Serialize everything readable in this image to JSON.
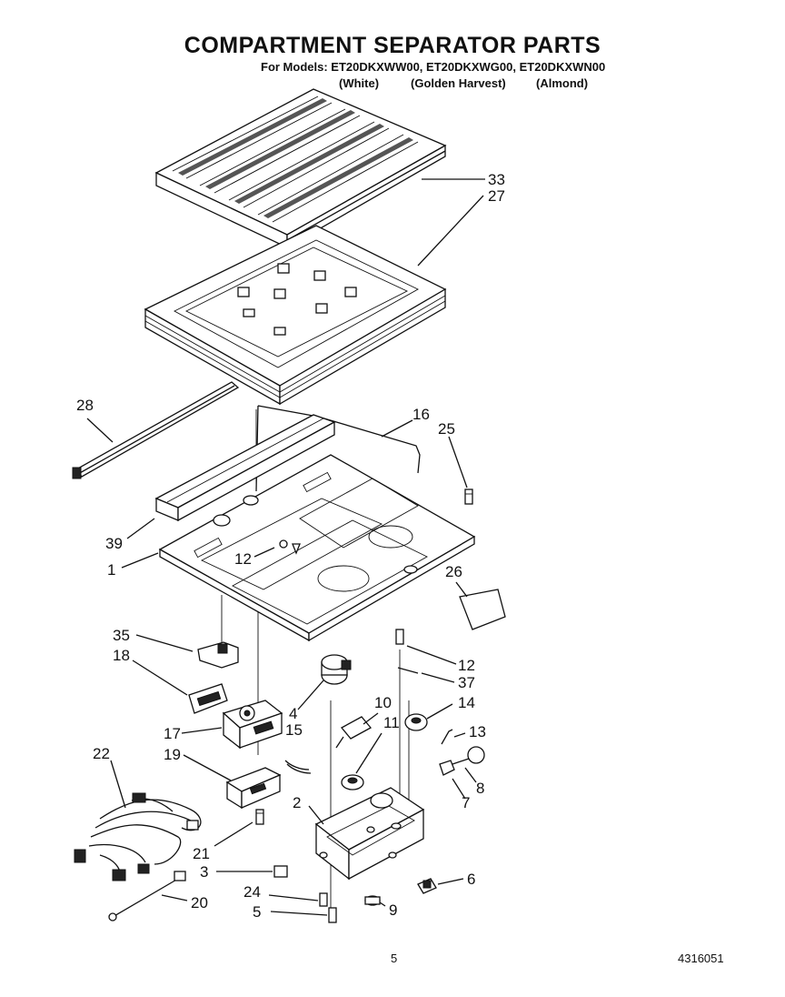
{
  "header": {
    "title": "COMPARTMENT SEPARATOR PARTS",
    "models_line": "For Models: ET20DKXWW00, ET20DKXWG00, ET20DKXWN00",
    "finishes": [
      "(White)",
      "(Golden Harvest)",
      "(Almond)"
    ]
  },
  "callouts": {
    "c33": "33",
    "c27": "27",
    "c28": "28",
    "c16": "16",
    "c25": "25",
    "c39": "39",
    "c12a": "12",
    "c1": "1",
    "c26": "26",
    "c35": "35",
    "c18": "18",
    "c12b": "12",
    "c37": "37",
    "c4": "4",
    "c10": "10",
    "c14": "14",
    "c15": "15",
    "c11": "11",
    "c13": "13",
    "c17": "17",
    "c22": "22",
    "c19": "19",
    "c8": "8",
    "c7": "7",
    "c2": "2",
    "c21": "21",
    "c3": "3",
    "c6": "6",
    "c24": "24",
    "c20": "20",
    "c5": "5",
    "c9": "9"
  },
  "footer": {
    "page_number": "5",
    "document_number": "4316051"
  }
}
